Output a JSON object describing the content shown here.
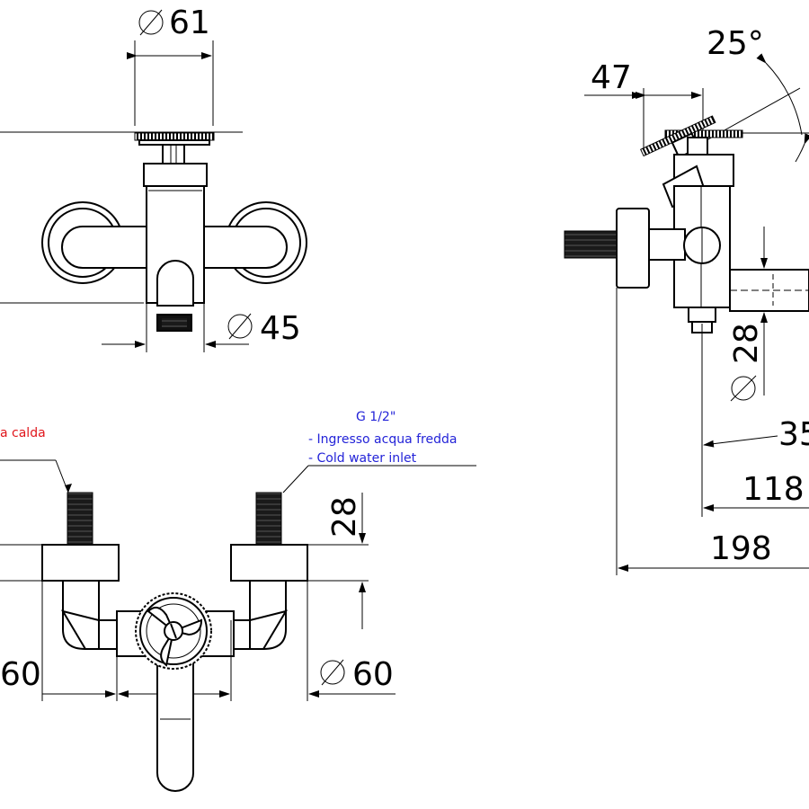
{
  "dimensions": {
    "dia_61": "61",
    "dia_45": "45",
    "dim_47": "47",
    "angle_25": "25°",
    "dia_28": "28",
    "dim_35": "35",
    "dim_118": "118",
    "dim_198": "198",
    "dim_28_bottom": "28",
    "dia_60_left": "60",
    "dia_60_right": "60",
    "diameter_symbol": "∅"
  },
  "notes": {
    "hot_partial": "a calda",
    "cold_thread": "G 1/2\"",
    "cold_it": "- Ingresso acqua fredda",
    "cold_en": "- Cold water inlet"
  },
  "colors": {
    "hot_note": "#e0151b",
    "cold_note": "#2323d8"
  }
}
